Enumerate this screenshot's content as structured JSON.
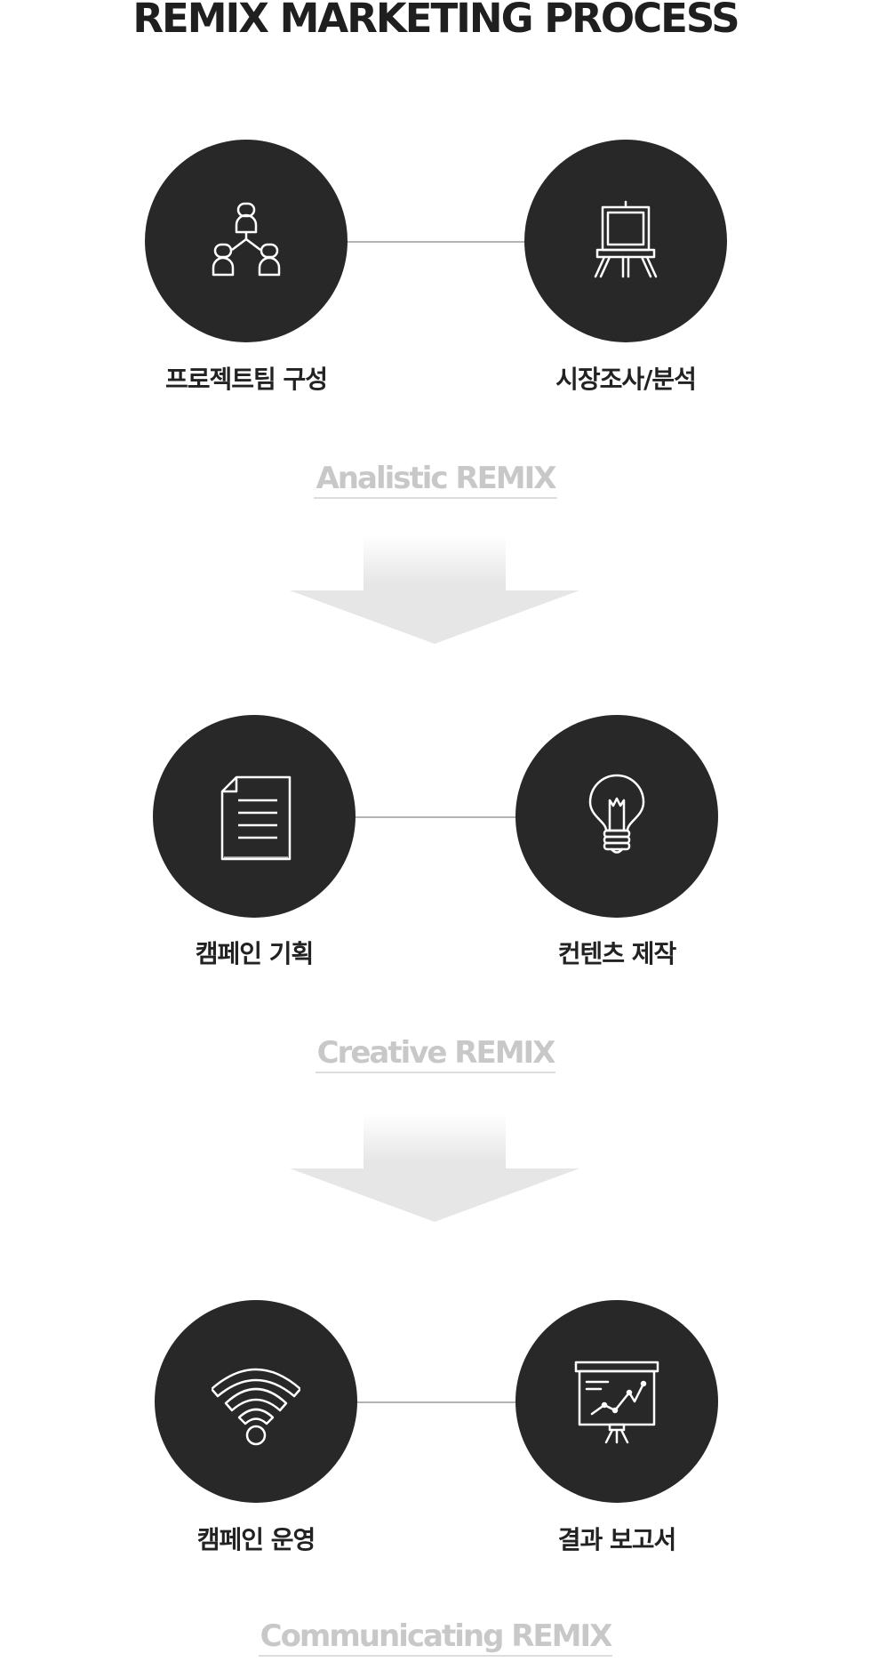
{
  "title": "REMIX MARKETING PROCESS",
  "rows": [
    {
      "left": {
        "label": "프로젝트팀 구성",
        "icon": "team-hierarchy-icon"
      },
      "right": {
        "label": "시장조사/분석",
        "icon": "easel-board-icon"
      }
    },
    {
      "left": {
        "label": "캠페인 기획",
        "icon": "document-icon"
      },
      "right": {
        "label": "컨텐츠 제작",
        "icon": "lightbulb-icon"
      }
    },
    {
      "left": {
        "label": "캠페인 운영",
        "icon": "wifi-signal-icon"
      },
      "right": {
        "label": "결과 보고서",
        "icon": "presentation-chart-icon"
      }
    }
  ],
  "stages": [
    "Analistic REMIX",
    "Creative REMIX",
    "Communicating REMIX"
  ],
  "colors": {
    "circle": "#282828",
    "connector": "#b3b3b3",
    "stage_text": "#c8c8c8",
    "arrow": "#e6e6e6"
  }
}
